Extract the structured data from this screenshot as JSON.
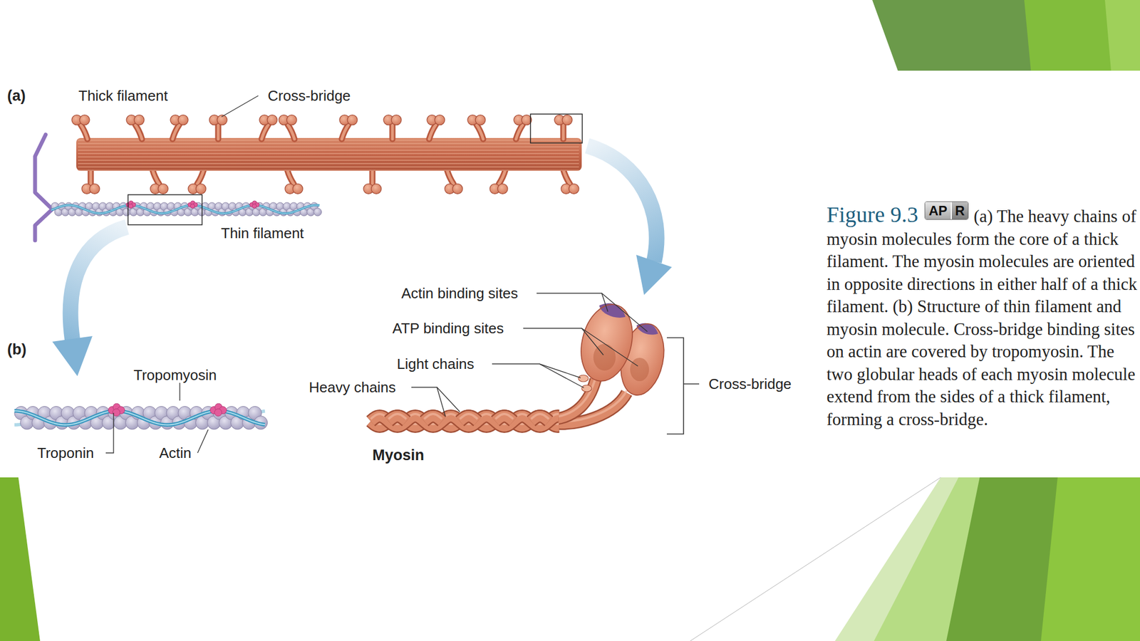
{
  "diagram": {
    "caption": "(a) The heavy chains of myosin molecules form the core of a thick filament. The myosin molecules are oriented in opposite directions in either half of a thick filament. (b) Structure of thin filament and myosin molecule. Cross-bridge binding sites on actin are covered by tropomyosin. The two globular heads of each myosin molecule extend from the sides of a thick filament, forming a cross-bridge.",
    "labels": [
      "(a)",
      "Thick filament",
      "Cross-bridge",
      "Thin filament",
      "(b)",
      "Tropomyosin",
      "Troponin",
      "Actin",
      "Actin binding sites",
      "ATP binding sites",
      "Light chains",
      "Heavy chains",
      "Myosin",
      "Cross-bridge",
      "Figure 9.3",
      "AP",
      "R"
    ]
  }
}
